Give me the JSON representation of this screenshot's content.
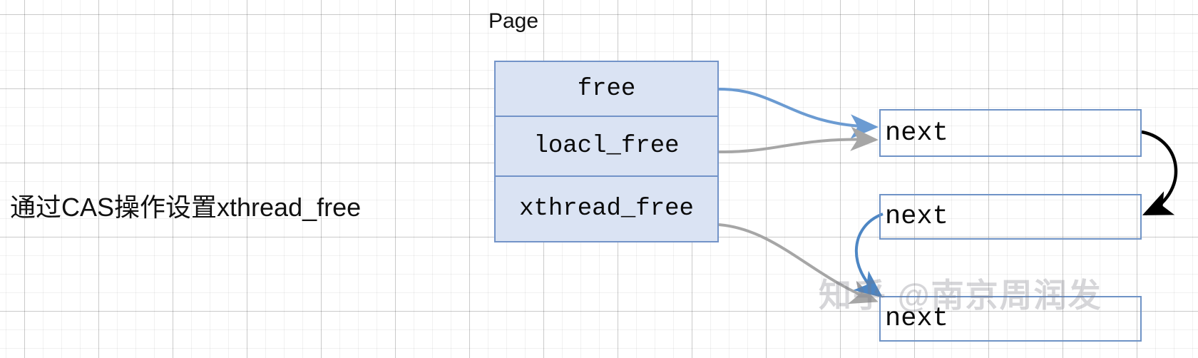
{
  "diagram": {
    "title": "Page",
    "page_struct": {
      "name": "Page",
      "rows": [
        {
          "label": "free"
        },
        {
          "label": "loacl_free"
        },
        {
          "label": "xthread_free"
        }
      ],
      "fill_color": "#dae3f3",
      "border_color": "#7293c8"
    },
    "blocks": [
      {
        "label": "next"
      },
      {
        "label": "next"
      },
      {
        "label": "next"
      }
    ],
    "annotation": "通过CAS操作设置xthread_free",
    "edges": [
      {
        "from": "free",
        "to": "next-1",
        "color": "#6b9bd2"
      },
      {
        "from": "loacl_free",
        "to": "next-1",
        "color": "#a6a6a6"
      },
      {
        "from": "xthread_free",
        "to": "next-3",
        "color": "#a6a6a6"
      },
      {
        "from": "next-1",
        "to": "next-2",
        "color": "#000000"
      },
      {
        "from": "next-2",
        "to": "next-3",
        "color": "#4d86c4"
      }
    ],
    "colors": {
      "blue_arrow": "#6b9bd2",
      "gray_arrow": "#a6a6a6",
      "black_arrow": "#000000",
      "box_border": "#6f93c6",
      "page_fill": "#dae3f3"
    },
    "watermark": "知乎 @南京周润发"
  }
}
